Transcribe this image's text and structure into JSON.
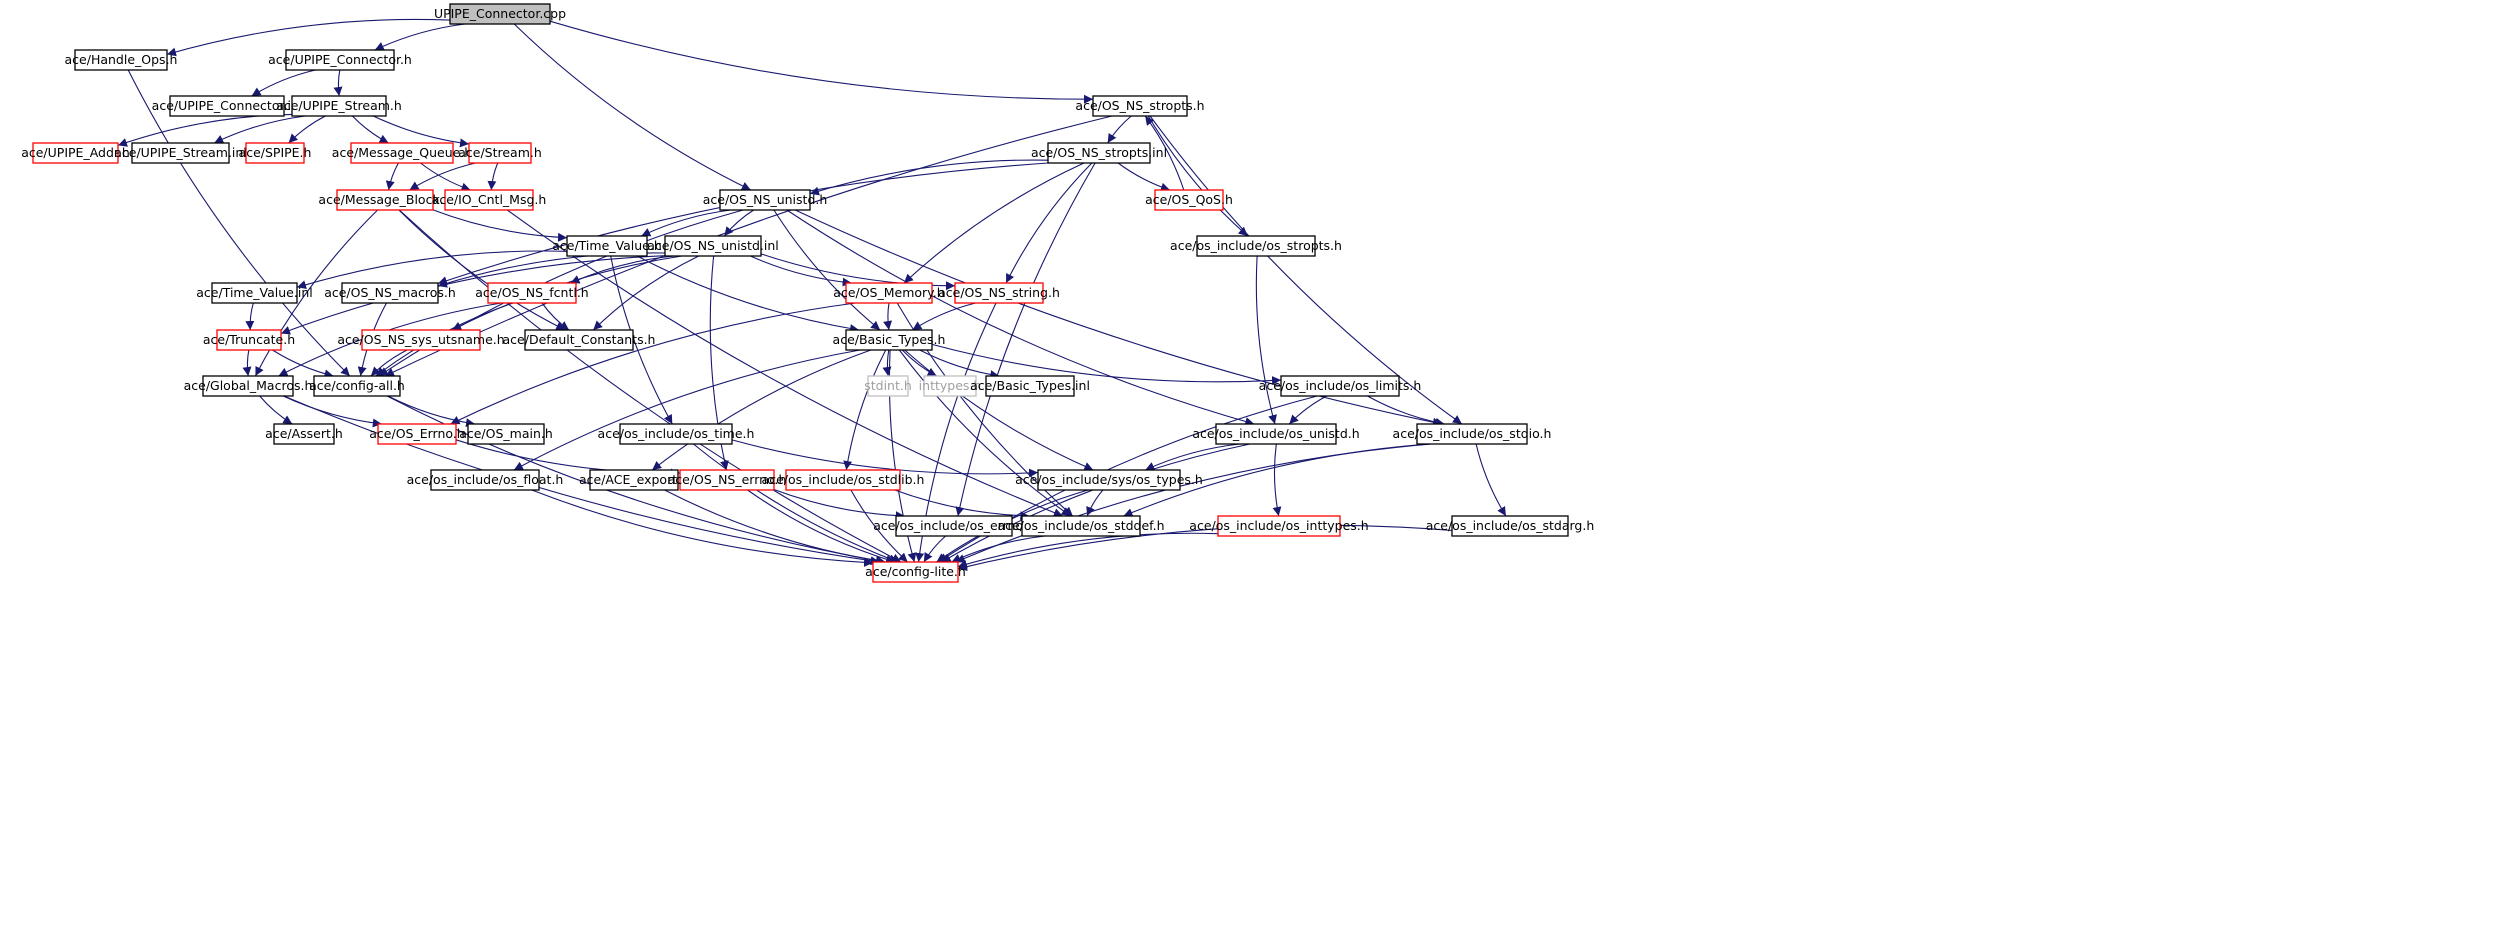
{
  "diagram": {
    "nodes": [
      {
        "id": "root",
        "label": "UPIPE_Connector.cpp",
        "style": "root"
      },
      {
        "id": "handle_ops",
        "label": "ace/Handle_Ops.h",
        "style": "black"
      },
      {
        "id": "upipe_conn_h",
        "label": "ace/UPIPE_Connector.h",
        "style": "black"
      },
      {
        "id": "upipe_conn_inl",
        "label": "ace/UPIPE_Connector.inl",
        "style": "black"
      },
      {
        "id": "upipe_stream_h",
        "label": "ace/UPIPE_Stream.h",
        "style": "black"
      },
      {
        "id": "os_ns_stropts_h",
        "label": "ace/OS_NS_stropts.h",
        "style": "black"
      },
      {
        "id": "upipe_addr",
        "label": "ace/UPIPE_Addr.h",
        "style": "red"
      },
      {
        "id": "upipe_stream_inl",
        "label": "ace/UPIPE_Stream.inl",
        "style": "black"
      },
      {
        "id": "spipe",
        "label": "ace/SPIPE.h",
        "style": "red"
      },
      {
        "id": "msg_queue",
        "label": "ace/Message_Queue.h",
        "style": "red"
      },
      {
        "id": "stream_h",
        "label": "ace/Stream.h",
        "style": "red"
      },
      {
        "id": "os_ns_stropts_inl",
        "label": "ace/OS_NS_stropts.inl",
        "style": "black"
      },
      {
        "id": "msg_block",
        "label": "ace/Message_Block.h",
        "style": "red"
      },
      {
        "id": "io_cntl",
        "label": "ace/IO_Cntl_Msg.h",
        "style": "red"
      },
      {
        "id": "os_ns_unistd_h",
        "label": "ace/OS_NS_unistd.h",
        "style": "black"
      },
      {
        "id": "os_qos",
        "label": "ace/OS_QoS.h",
        "style": "red"
      },
      {
        "id": "time_value_h",
        "label": "ace/Time_Value.h",
        "style": "black"
      },
      {
        "id": "os_ns_unistd_inl",
        "label": "ace/OS_NS_unistd.inl",
        "style": "black"
      },
      {
        "id": "os_inc_stropts",
        "label": "ace/os_include/os_stropts.h",
        "style": "black"
      },
      {
        "id": "time_value_inl",
        "label": "ace/Time_Value.inl",
        "style": "black"
      },
      {
        "id": "os_ns_macros",
        "label": "ace/OS_NS_macros.h",
        "style": "black"
      },
      {
        "id": "os_ns_fcntl",
        "label": "ace/OS_NS_fcntl.h",
        "style": "red"
      },
      {
        "id": "os_memory",
        "label": "ace/OS_Memory.h",
        "style": "red"
      },
      {
        "id": "os_ns_string",
        "label": "ace/OS_NS_string.h",
        "style": "red"
      },
      {
        "id": "truncate",
        "label": "ace/Truncate.h",
        "style": "red"
      },
      {
        "id": "os_ns_sys_utsname",
        "label": "ace/OS_NS_sys_utsname.h",
        "style": "red"
      },
      {
        "id": "default_constants",
        "label": "ace/Default_Constants.h",
        "style": "black"
      },
      {
        "id": "basic_types_h",
        "label": "ace/Basic_Types.h",
        "style": "black"
      },
      {
        "id": "global_macros",
        "label": "ace/Global_Macros.h",
        "style": "black"
      },
      {
        "id": "config_all",
        "label": "ace/config-all.h",
        "style": "black"
      },
      {
        "id": "stdint",
        "label": "stdint.h",
        "style": "gray"
      },
      {
        "id": "inttypes",
        "label": "inttypes.h",
        "style": "gray"
      },
      {
        "id": "basic_types_inl",
        "label": "ace/Basic_Types.inl",
        "style": "black"
      },
      {
        "id": "os_inc_limits",
        "label": "ace/os_include/os_limits.h",
        "style": "black"
      },
      {
        "id": "assert_h",
        "label": "ace/Assert.h",
        "style": "black"
      },
      {
        "id": "os_errno",
        "label": "ace/OS_Errno.h",
        "style": "red"
      },
      {
        "id": "os_main",
        "label": "ace/OS_main.h",
        "style": "black"
      },
      {
        "id": "os_inc_time",
        "label": "ace/os_include/os_time.h",
        "style": "black"
      },
      {
        "id": "os_inc_unistd",
        "label": "ace/os_include/os_unistd.h",
        "style": "black"
      },
      {
        "id": "os_inc_stdio",
        "label": "ace/os_include/os_stdio.h",
        "style": "black"
      },
      {
        "id": "os_inc_float",
        "label": "ace/os_include/os_float.h",
        "style": "black"
      },
      {
        "id": "ace_export",
        "label": "ace/ACE_export.h",
        "style": "black"
      },
      {
        "id": "os_ns_errno",
        "label": "ace/OS_NS_errno.h",
        "style": "red"
      },
      {
        "id": "os_inc_stdlib",
        "label": "ace/os_include/os_stdlib.h",
        "style": "red"
      },
      {
        "id": "os_inc_sys_types",
        "label": "ace/os_include/sys/os_types.h",
        "style": "black"
      },
      {
        "id": "os_inc_errno",
        "label": "ace/os_include/os_errno.h",
        "style": "black"
      },
      {
        "id": "os_inc_stddef",
        "label": "ace/os_include/os_stddef.h",
        "style": "black"
      },
      {
        "id": "os_inc_inttypes",
        "label": "ace/os_include/os_inttypes.h",
        "style": "red"
      },
      {
        "id": "os_inc_stdarg",
        "label": "ace/os_include/os_stdarg.h",
        "style": "black"
      },
      {
        "id": "config_lite",
        "label": "ace/config-lite.h",
        "style": "red"
      }
    ],
    "edges": [
      [
        "root",
        "handle_ops"
      ],
      [
        "root",
        "upipe_conn_h"
      ],
      [
        "root",
        "os_ns_unistd_h"
      ],
      [
        "root",
        "os_ns_stropts_h"
      ],
      [
        "handle_ops",
        "config_all"
      ],
      [
        "upipe_conn_h",
        "upipe_conn_inl"
      ],
      [
        "upipe_conn_h",
        "upipe_stream_h"
      ],
      [
        "upipe_stream_h",
        "upipe_addr"
      ],
      [
        "upipe_stream_h",
        "upipe_stream_inl"
      ],
      [
        "upipe_stream_h",
        "spipe"
      ],
      [
        "upipe_stream_h",
        "msg_queue"
      ],
      [
        "upipe_stream_h",
        "stream_h"
      ],
      [
        "msg_queue",
        "msg_block"
      ],
      [
        "msg_queue",
        "io_cntl"
      ],
      [
        "stream_h",
        "msg_block"
      ],
      [
        "stream_h",
        "io_cntl"
      ],
      [
        "io_cntl",
        "os_inc_stddef"
      ],
      [
        "msg_block",
        "time_value_h"
      ],
      [
        "msg_block",
        "global_macros"
      ],
      [
        "msg_block",
        "default_constants"
      ],
      [
        "msg_block",
        "config_lite"
      ],
      [
        "os_ns_stropts_h",
        "config_all"
      ],
      [
        "os_ns_stropts_h",
        "os_ns_stropts_inl"
      ],
      [
        "os_ns_stropts_h",
        "os_inc_stropts"
      ],
      [
        "os_ns_stropts_h",
        "os_inc_stdio"
      ],
      [
        "os_ns_stropts_inl",
        "os_ns_unistd_h"
      ],
      [
        "os_ns_stropts_inl",
        "os_qos"
      ],
      [
        "os_ns_stropts_inl",
        "os_ns_macros"
      ],
      [
        "os_ns_stropts_inl",
        "os_memory"
      ],
      [
        "os_ns_stropts_inl",
        "os_ns_string"
      ],
      [
        "os_ns_stropts_inl",
        "os_inc_errno"
      ],
      [
        "os_qos",
        "os_ns_stropts_h"
      ],
      [
        "os_inc_stropts",
        "os_inc_unistd"
      ],
      [
        "os_ns_unistd_h",
        "time_value_h"
      ],
      [
        "os_ns_unistd_h",
        "os_ns_unistd_inl"
      ],
      [
        "os_ns_unistd_h",
        "config_all"
      ],
      [
        "os_ns_unistd_h",
        "basic_types_h"
      ],
      [
        "os_ns_unistd_h",
        "os_inc_unistd"
      ],
      [
        "os_ns_unistd_h",
        "os_inc_stdio"
      ],
      [
        "time_value_h",
        "time_value_inl"
      ],
      [
        "time_value_h",
        "basic_types_h"
      ],
      [
        "time_value_h",
        "os_inc_time"
      ],
      [
        "time_value_inl",
        "truncate"
      ],
      [
        "os_ns_unistd_inl",
        "os_ns_macros"
      ],
      [
        "os_ns_unistd_inl",
        "os_ns_fcntl"
      ],
      [
        "os_ns_unistd_inl",
        "os_memory"
      ],
      [
        "os_ns_unistd_inl",
        "os_ns_string"
      ],
      [
        "os_ns_unistd_inl",
        "truncate"
      ],
      [
        "os_ns_unistd_inl",
        "os_ns_sys_utsname"
      ],
      [
        "os_ns_unistd_inl",
        "default_constants"
      ],
      [
        "os_ns_unistd_inl",
        "os_ns_errno"
      ],
      [
        "os_ns_macros",
        "config_all"
      ],
      [
        "os_ns_fcntl",
        "global_macros"
      ],
      [
        "os_ns_fcntl",
        "default_constants"
      ],
      [
        "os_ns_fcntl",
        "config_all"
      ],
      [
        "os_memory",
        "basic_types_h"
      ],
      [
        "os_memory",
        "os_errno"
      ],
      [
        "os_memory",
        "os_inc_stddef"
      ],
      [
        "os_ns_string",
        "basic_types_h"
      ],
      [
        "os_ns_string",
        "config_lite"
      ],
      [
        "truncate",
        "global_macros"
      ],
      [
        "truncate",
        "config_all"
      ],
      [
        "os_ns_sys_utsname",
        "config_all"
      ],
      [
        "basic_types_h",
        "stdint"
      ],
      [
        "basic_types_h",
        "inttypes"
      ],
      [
        "basic_types_h",
        "basic_types_inl"
      ],
      [
        "basic_types_h",
        "os_inc_limits"
      ],
      [
        "basic_types_h",
        "os_inc_float"
      ],
      [
        "basic_types_h",
        "ace_export"
      ],
      [
        "basic_types_h",
        "os_inc_stdlib"
      ],
      [
        "basic_types_h",
        "config_lite"
      ],
      [
        "basic_types_h",
        "os_inc_sys_types"
      ],
      [
        "basic_types_h",
        "os_inc_stddef"
      ],
      [
        "global_macros",
        "assert_h"
      ],
      [
        "global_macros",
        "os_errno"
      ],
      [
        "global_macros",
        "config_lite"
      ],
      [
        "config_all",
        "os_main"
      ],
      [
        "config_all",
        "config_lite"
      ],
      [
        "os_errno",
        "os_ns_errno"
      ],
      [
        "os_inc_time",
        "os_inc_sys_types"
      ],
      [
        "os_inc_time",
        "config_lite"
      ],
      [
        "os_inc_limits",
        "os_inc_unistd"
      ],
      [
        "os_inc_limits",
        "os_inc_stdio"
      ],
      [
        "os_inc_limits",
        "config_lite"
      ],
      [
        "os_inc_unistd",
        "os_inc_sys_types"
      ],
      [
        "os_inc_unistd",
        "os_inc_inttypes"
      ],
      [
        "os_inc_unistd",
        "config_lite"
      ],
      [
        "os_inc_stdio",
        "os_inc_stddef"
      ],
      [
        "os_inc_stdio",
        "os_inc_stdarg"
      ],
      [
        "os_inc_stdio",
        "config_lite"
      ],
      [
        "os_inc_float",
        "config_lite"
      ],
      [
        "ace_export",
        "config_lite"
      ],
      [
        "os_ns_errno",
        "os_inc_errno"
      ],
      [
        "os_ns_errno",
        "config_lite"
      ],
      [
        "os_inc_stdlib",
        "os_inc_stddef"
      ],
      [
        "os_inc_stdlib",
        "config_lite"
      ],
      [
        "os_inc_sys_types",
        "os_inc_stddef"
      ],
      [
        "os_inc_sys_types",
        "config_lite"
      ],
      [
        "os_inc_errno",
        "config_lite"
      ],
      [
        "os_inc_stddef",
        "config_lite"
      ],
      [
        "os_inc_inttypes",
        "config_lite"
      ],
      [
        "os_inc_stdarg",
        "config_lite"
      ]
    ]
  }
}
